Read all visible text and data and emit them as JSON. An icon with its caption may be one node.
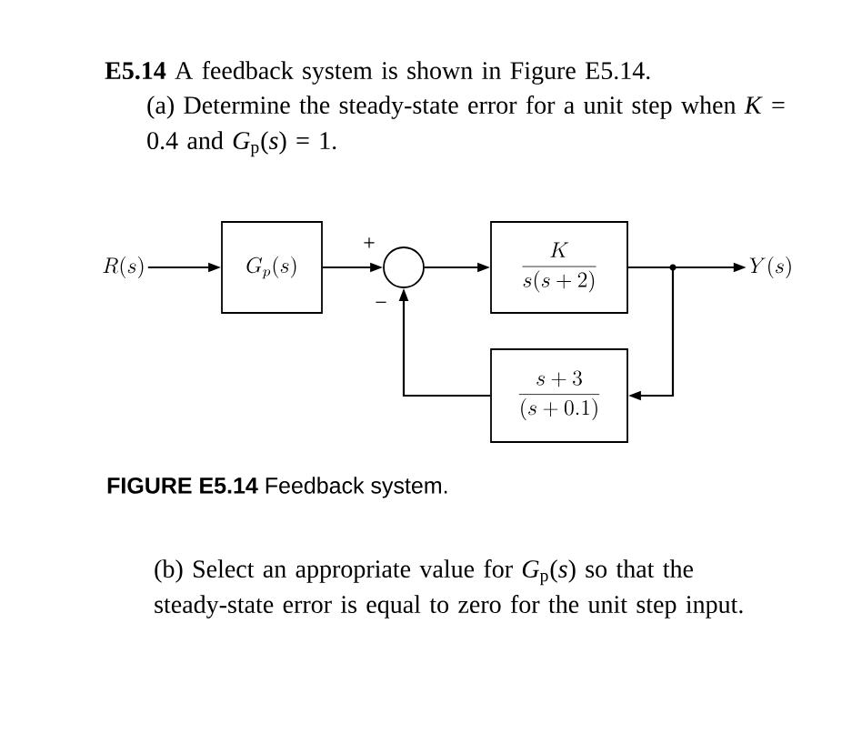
{
  "diagram": {
    "caption": "**FIGURE E5.14** Feedback system.",
    "nodes": [
      {
        "text": [
          "R(s)"
        ]
      },
      {
        "text": [
          "G_p(s)"
        ]
      },
      {
        "text": [],
        "shape": "circle"
      },
      {
        "text": [
          "\\frac{K}{s(s+2)}"
        ]
      },
      {
        "text": [
          "\\frac{s+3}{(s+0.1)}"
        ]
      },
      {
        "text": [
          "Y(s)"
        ]
      }
    ],
    "edges": [
      {
        "from": 0,
        "to": 1,
        "arrow": "to"
      },
      {
        "from": 1,
        "to": 2,
        "arrow": "to"
      },
      {
        "from": 2,
        "to": 3,
        "arrow": "to"
      },
      {
        "from": 3,
        "to": 5,
        "arrow": "to"
      },
      {
        "from": 3,
        "to": 4,
        "arrow": "to"
      },
      {
        "from": 4,
        "to": 2,
        "arrow": "to"
      }
    ],
    "labels": [
      "**E5.14** A feedback system is shown in Figure E5.14.",
      "(a) Determine the steady-state error for a unit step when *K* = 0.4 and *G*$_{p}$(*s*) = 1.",
      "+",
      "−",
      "(b) Select an appropriate value for *G*$_{p}$(*s*) so that the steady-state error is equal to zero for the unit step input."
    ]
  }
}
